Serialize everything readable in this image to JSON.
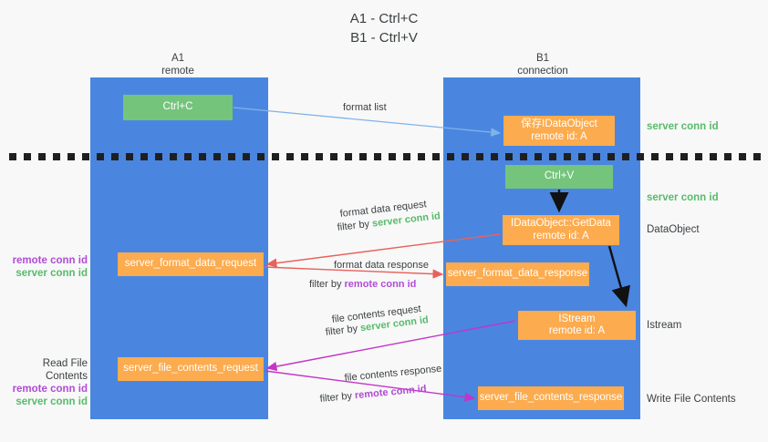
{
  "title": "A1 - Ctrl+C\nB1 - Ctrl+V",
  "colors": {
    "lane_blue": "#4a86e0",
    "green_box": "#74c47c",
    "orange_box": "#fcab4e",
    "server_conn_green": "#57bb6a",
    "remote_conn_purple": "#b14cd6",
    "page_background": "#f8f8f8",
    "arrow_blue": "#7fb3e8",
    "arrow_red": "#e8625c",
    "arrow_magenta": "#c335c9",
    "arrow_black": "#111111"
  },
  "columns": [
    {
      "name": "a1",
      "header": "A1\nremote"
    },
    {
      "name": "b1",
      "header": "B1\nconnection"
    }
  ],
  "boxes": {
    "ctrl_c": "Ctrl+C",
    "save_idataobject": "保存IDataObject\nremote id: A",
    "ctrl_v": "Ctrl+V",
    "getdata": "IDataObject::GetData\nremote id: A",
    "server_format_data_request": "server_format_data_request",
    "server_format_data_response": "server_format_data_response",
    "istream": "IStream\nremote id: A",
    "server_file_contents_request": "server_file_contents_request",
    "server_file_contents_response": "server_file_contents_response"
  },
  "right_labels": {
    "server_conn_id_1": "server conn id",
    "server_conn_id_2": "server conn id",
    "dataobject": "DataObject",
    "istream": "Istream",
    "write_file_contents": "Write File Contents"
  },
  "left_labels": {
    "format_remote": "remote conn id",
    "format_server": "server conn id",
    "read_file_contents": "Read File Contents",
    "file_remote": "remote conn id",
    "file_server": "server conn id"
  },
  "captions": {
    "format_list": "format list",
    "format_data_request": "format data request",
    "format_data_request_filter_prefix": "filter by ",
    "format_data_request_filter_value": "server conn id",
    "format_data_response": "format data response",
    "format_data_response_filter_prefix": "filter by ",
    "format_data_response_filter_value": "remote conn id",
    "file_contents_request": "file contents request",
    "file_contents_request_filter_prefix": "filter by ",
    "file_contents_request_filter_value": "server conn id",
    "file_contents_response": "file contents response",
    "file_contents_response_filter_prefix": "filter by ",
    "file_contents_response_filter_value": "remote conn id"
  }
}
